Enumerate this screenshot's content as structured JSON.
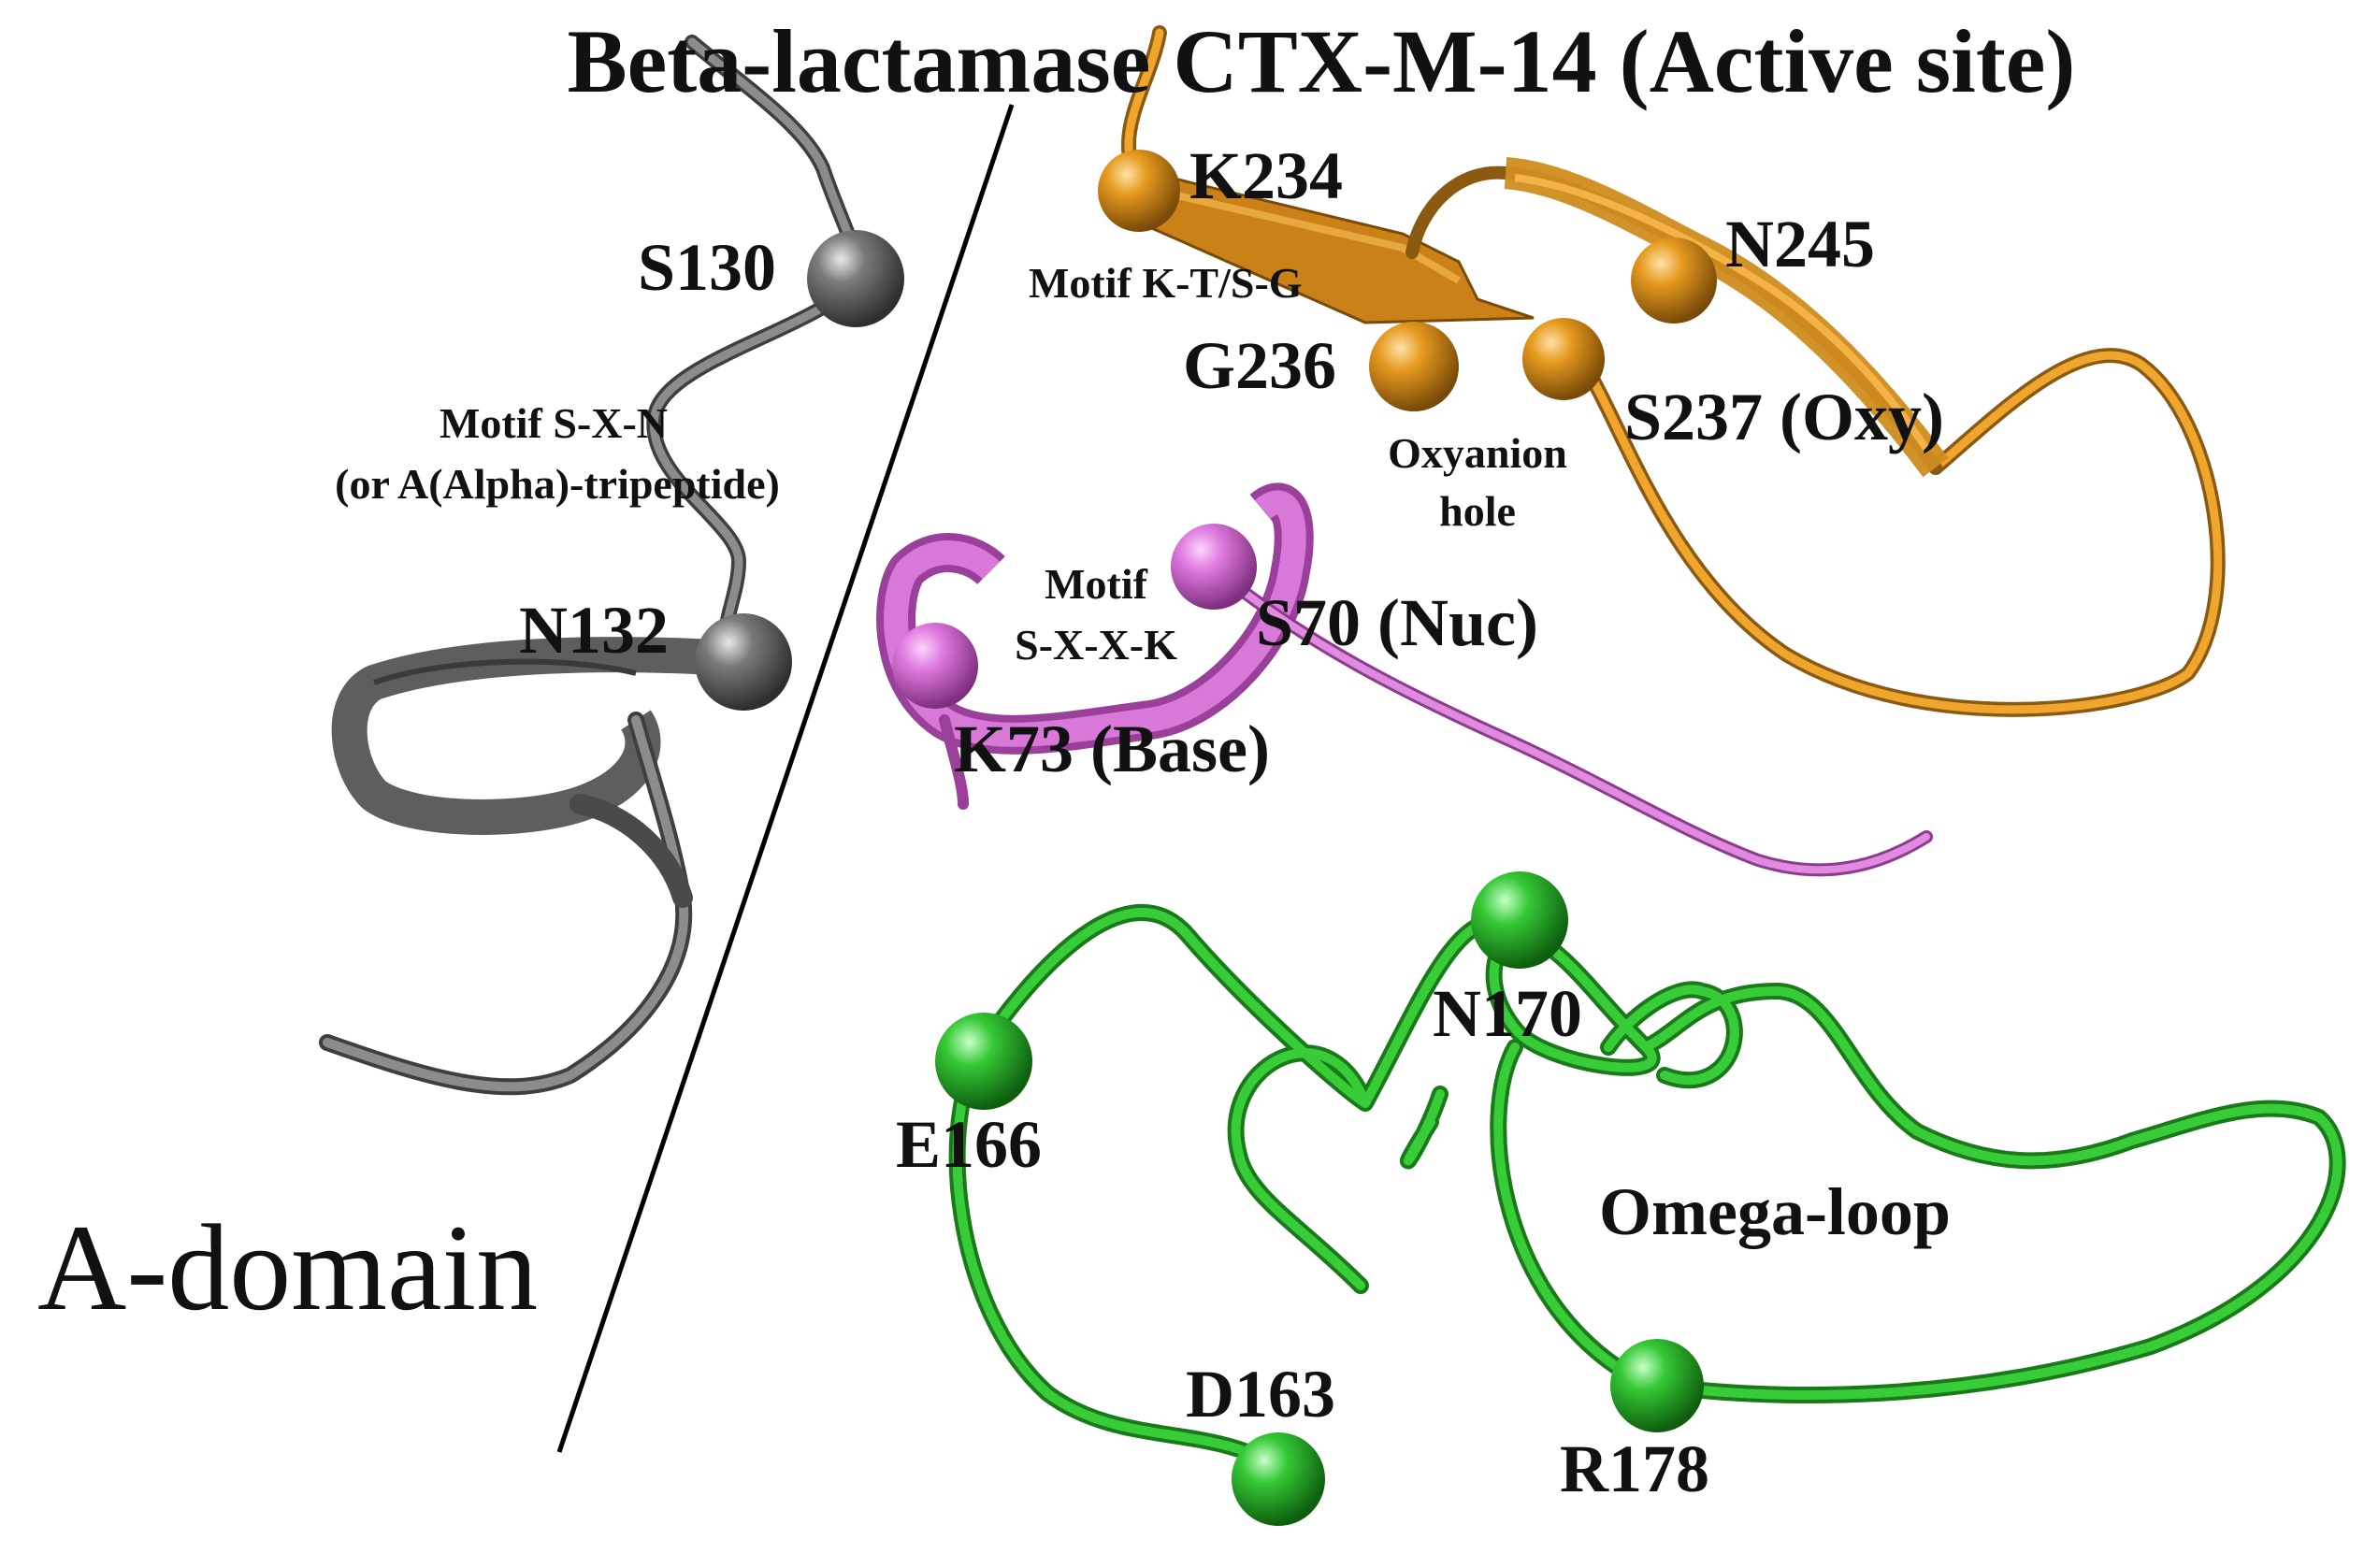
{
  "title": "Beta-lactamase CTX-M-14 (Active site)",
  "domain_label": "A-domain",
  "colors": {
    "gray": "#6b6b6b",
    "gray_dark": "#3f3f3f",
    "orange": "#e69a1f",
    "orange_dark": "#8a5a12",
    "magenta": "#d66bd6",
    "magenta_dark": "#8d3b8d",
    "green": "#2fc02f",
    "green_dark": "#1a7a1a"
  },
  "residues": {
    "s130": "S130",
    "n132": "N132",
    "k234": "K234",
    "n245": "N245",
    "g236": "G236",
    "s237": "S237 (Oxy)",
    "s70": "S70 (Nuc)",
    "k73": "K73 (Base)",
    "n170": "N170",
    "e166": "E166",
    "d163": "D163",
    "r178": "R178"
  },
  "motifs": {
    "sxn_line1": "Motif S-X-N",
    "sxn_line2": "(or A(Alpha)-tripeptide)",
    "ktsg": "Motif K-T/S-G",
    "oxyanion_line1": "Oxyanion",
    "oxyanion_line2": "hole",
    "sxxk_line1": "Motif",
    "sxxk_line2": "S-X-X-K"
  },
  "loop_label": "Omega-loop"
}
